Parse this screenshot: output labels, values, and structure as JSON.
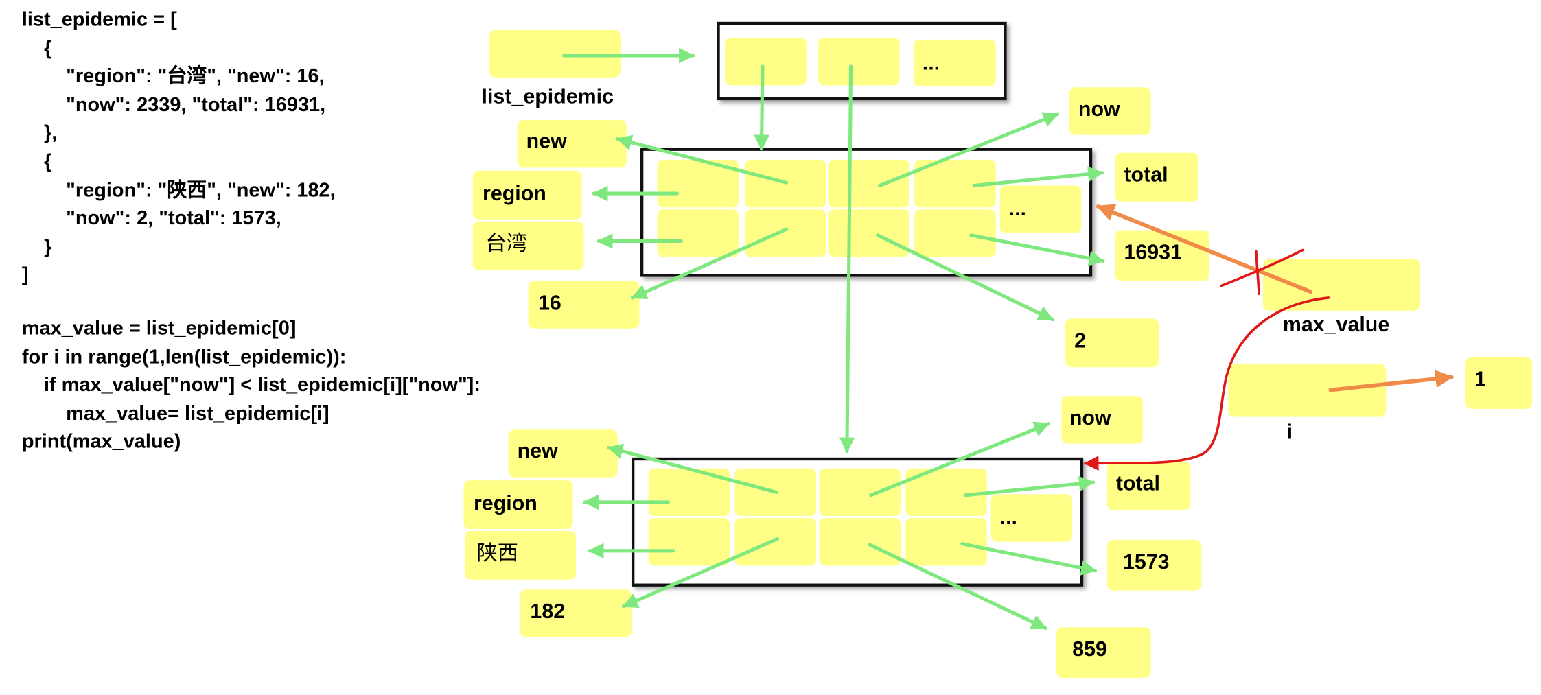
{
  "code": {
    "list_def": "list_epidemic = [\n    {\n        \"region\": \"台湾\", \"new\": 16,\n        \"now\": 2339, \"total\": 16931,\n    },\n    {\n        \"region\": \"陕西\", \"new\": 182,\n        \"now\": 2, \"total\": 1573,\n    }\n]",
    "algorithm": "max_value = list_epidemic[0]\nfor i in range(1,len(list_epidemic)):\n    if max_value[\"now\"] < list_epidemic[i][\"now\"]:\n        max_value= list_epidemic[i]\nprint(max_value)"
  },
  "diagram": {
    "list_label": "list_epidemic",
    "list_ellipsis": "...",
    "dict1": {
      "key_new": "new",
      "key_region": "region",
      "key_now": "now",
      "key_total": "total",
      "val_region": "台湾",
      "val_new": "16",
      "val_now": "2",
      "val_total": "16931",
      "ellipsis": "..."
    },
    "dict2": {
      "key_new": "new",
      "key_region": "region",
      "key_now": "now",
      "key_total": "total",
      "val_region": "陕西",
      "val_new": "182",
      "val_now": "859",
      "val_total": "1573",
      "ellipsis": "..."
    },
    "var_max_label": "max_value",
    "var_i_label": "i",
    "var_i_value": "1"
  },
  "colors": {
    "box_fill": "#ffff88",
    "arrow_green": "#7ee87e",
    "arrow_orange": "#f08a48",
    "mark_red": "#e01818"
  }
}
